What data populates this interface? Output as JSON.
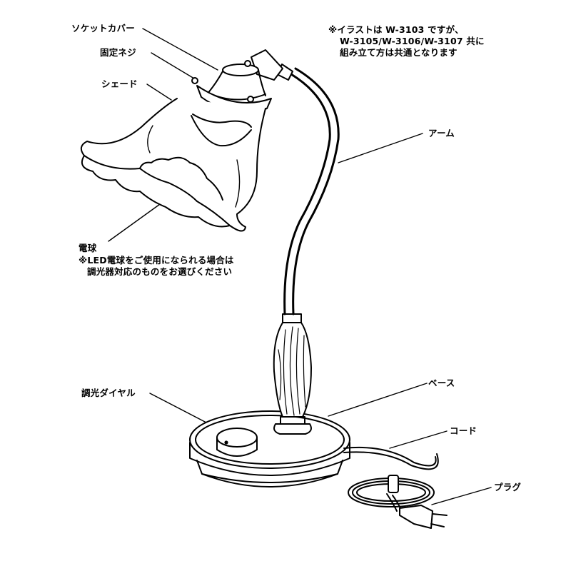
{
  "note": {
    "line1": "※イラストは W-3103 ですが、",
    "line2": "W-3105/W-3106/W-3107 共に",
    "line3": "組み立て方は共通となります"
  },
  "labels": {
    "socket_cover": "ソケットカバー",
    "fixing_screw": "固定ネジ",
    "shade": "シェード",
    "arm": "アーム",
    "bulb": "電球",
    "base": "ベース",
    "dimmer_dial": "調光ダイヤル",
    "cord": "コード",
    "plug": "プラグ"
  },
  "bulb_note": {
    "line1": "※LED電球をご使用になられる場合は",
    "line2": "調光器対応のものをお選びください"
  }
}
